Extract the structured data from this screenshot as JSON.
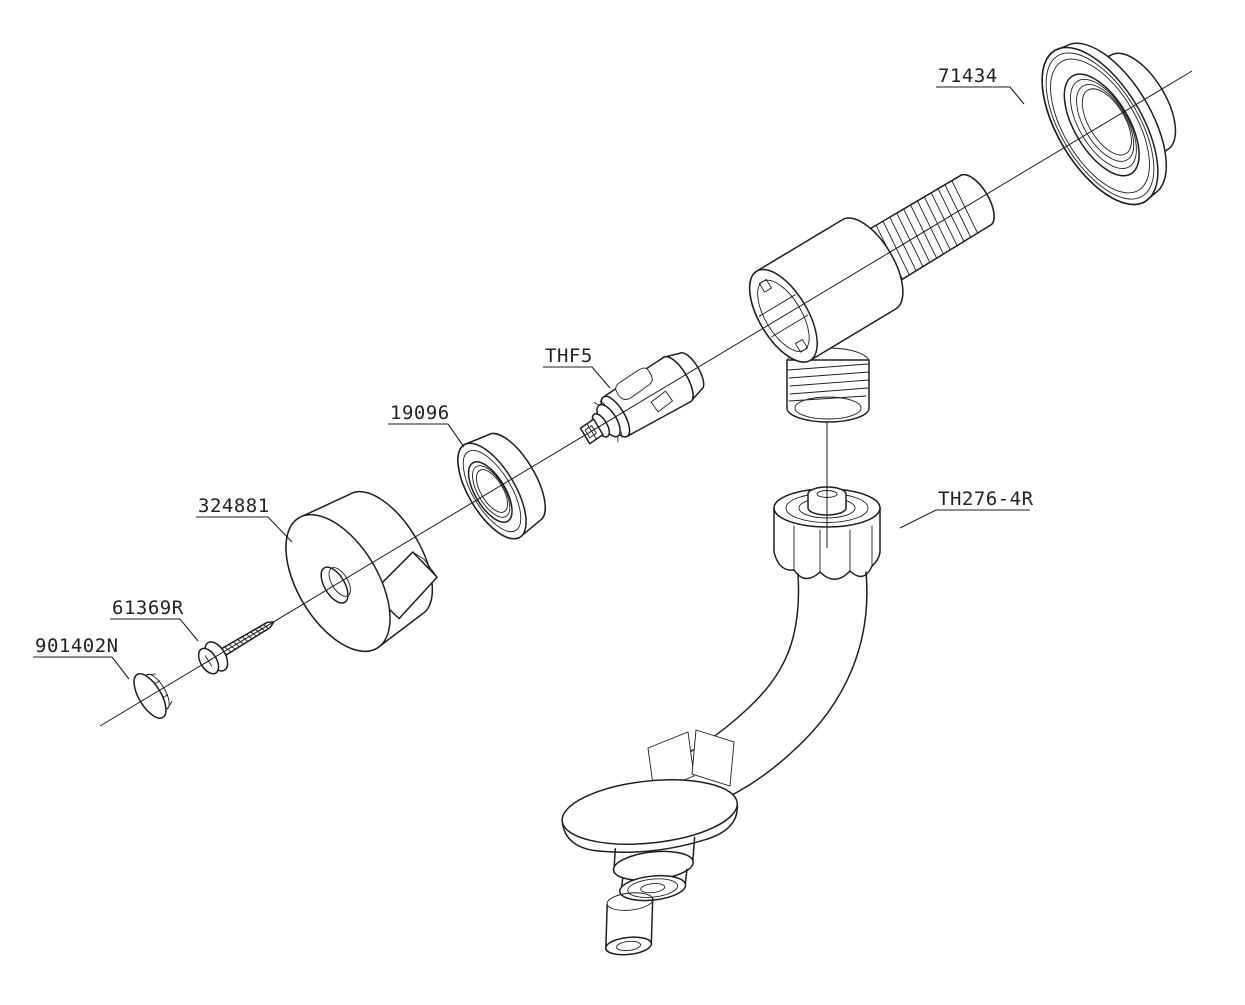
{
  "diagram": {
    "background_color": "#ffffff",
    "line_color": "#1f1f1f",
    "text_color": "#222222",
    "labels": [
      {
        "text": "71434"
      },
      {
        "text": "THF5"
      },
      {
        "text": "19096"
      },
      {
        "text": "324881"
      },
      {
        "text": "61369R"
      },
      {
        "text": "901402N"
      },
      {
        "text": "TH276-4R"
      }
    ]
  }
}
